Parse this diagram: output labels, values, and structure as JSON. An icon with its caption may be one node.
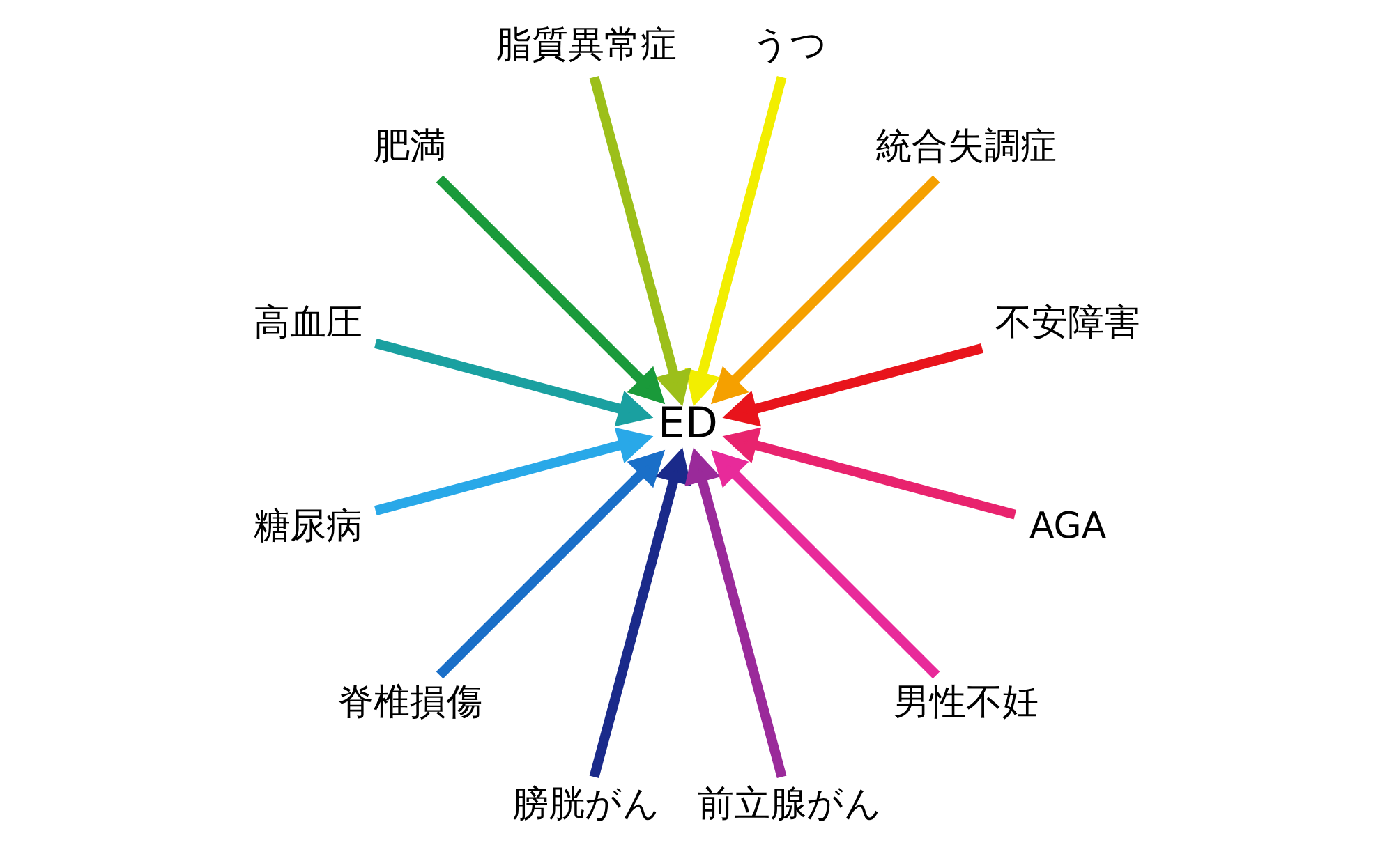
{
  "diagram": {
    "nodes": [
      {
        "text": [
          "ED"
        ]
      },
      {
        "text": [
          "不安障害"
        ]
      },
      {
        "text": [
          "統合失調症"
        ]
      },
      {
        "text": [
          "うつ"
        ]
      },
      {
        "text": [
          "脂質異常症"
        ]
      },
      {
        "text": [
          "肥満"
        ]
      },
      {
        "text": [
          "高血圧"
        ]
      },
      {
        "text": [
          "糖尿病"
        ]
      },
      {
        "text": [
          "脊椎損傷"
        ]
      },
      {
        "text": [
          "膀胱がん"
        ]
      },
      {
        "text": [
          "前立腺がん"
        ]
      },
      {
        "text": [
          "男性不妊"
        ]
      },
      {
        "text": [
          "AGA"
        ]
      }
    ],
    "edges": [
      {
        "from": 1,
        "to": 0,
        "arrow": "to",
        "color": "#e8141c"
      },
      {
        "from": 2,
        "to": 0,
        "arrow": "to",
        "color": "#f5a000"
      },
      {
        "from": 3,
        "to": 0,
        "arrow": "to",
        "color": "#f2ee00"
      },
      {
        "from": 4,
        "to": 0,
        "arrow": "to",
        "color": "#9cbf1a"
      },
      {
        "from": 5,
        "to": 0,
        "arrow": "to",
        "color": "#1a9a3a"
      },
      {
        "from": 6,
        "to": 0,
        "arrow": "to",
        "color": "#1aa0a0"
      },
      {
        "from": 7,
        "to": 0,
        "arrow": "to",
        "color": "#29a8e8"
      },
      {
        "from": 8,
        "to": 0,
        "arrow": "to",
        "color": "#1a6fc8"
      },
      {
        "from": 9,
        "to": 0,
        "arrow": "to",
        "color": "#1a2a8a"
      },
      {
        "from": 10,
        "to": 0,
        "arrow": "to",
        "color": "#9a2a9a"
      },
      {
        "from": 11,
        "to": 0,
        "arrow": "to",
        "color": "#e82a9a"
      },
      {
        "from": 12,
        "to": 0,
        "arrow": "to",
        "color": "#e8236e"
      }
    ]
  }
}
